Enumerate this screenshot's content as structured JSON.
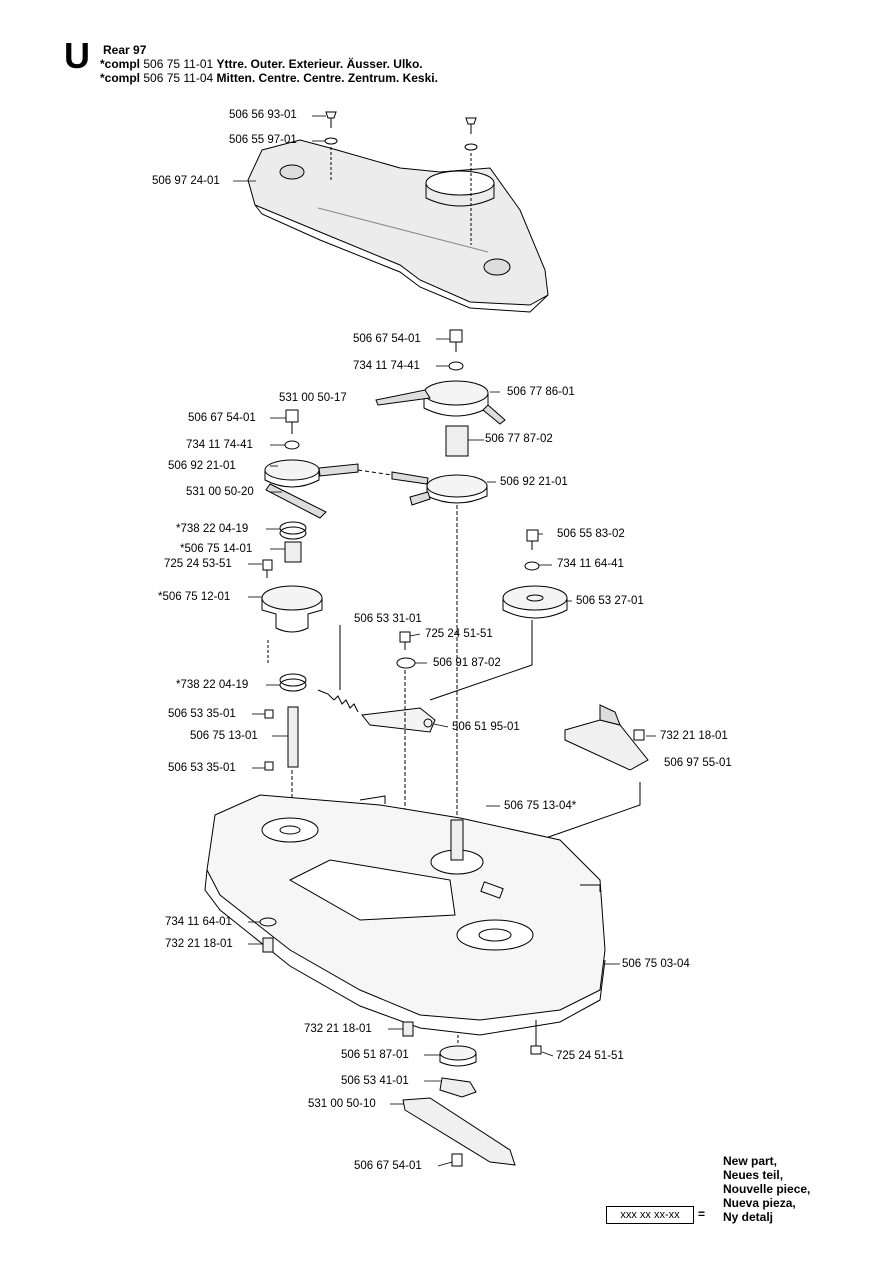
{
  "header": {
    "section_letter": "U",
    "model": "Rear 97",
    "compl_prefix": "*compl",
    "lines": [
      {
        "part": "506 75 11-01",
        "desc": "Yttre. Outer. Exterieur. Äusser. Ulko."
      },
      {
        "part": "506 75 11-04",
        "desc": "Mitten. Centre. Centre. Zentrum. Keski."
      }
    ]
  },
  "parts": [
    {
      "id": "p01",
      "label": "506 56 93-01"
    },
    {
      "id": "p02",
      "label": "506 55 97-01"
    },
    {
      "id": "p03",
      "label": "506 97 24-01"
    },
    {
      "id": "p04",
      "label": "506 67 54-01"
    },
    {
      "id": "p05",
      "label": "734 11 74-41"
    },
    {
      "id": "p06",
      "label": "506 77 86-01"
    },
    {
      "id": "p07",
      "label": "531 00 50-17"
    },
    {
      "id": "p08",
      "label": "506 67 54-01"
    },
    {
      "id": "p09",
      "label": "734 11 74-41"
    },
    {
      "id": "p10",
      "label": "506 77 87-02"
    },
    {
      "id": "p11",
      "label": "506 92 21-01"
    },
    {
      "id": "p12",
      "label": "506 92 21-01"
    },
    {
      "id": "p13",
      "label": "531 00 50-20"
    },
    {
      "id": "p14",
      "label": "*738 22 04-19"
    },
    {
      "id": "p15",
      "label": "506 55 83-02"
    },
    {
      "id": "p16",
      "label": "*506 75 14-01"
    },
    {
      "id": "p17",
      "label": "725 24 53-51"
    },
    {
      "id": "p18",
      "label": "734 11 64-41"
    },
    {
      "id": "p19",
      "label": "*506 75 12-01"
    },
    {
      "id": "p20",
      "label": "506 53 27-01"
    },
    {
      "id": "p21",
      "label": "506 53 31-01"
    },
    {
      "id": "p22",
      "label": "725 24 51-51"
    },
    {
      "id": "p23",
      "label": "506 91 87-02"
    },
    {
      "id": "p24",
      "label": "*738 22 04-19"
    },
    {
      "id": "p25",
      "label": "506 53 35-01"
    },
    {
      "id": "p26",
      "label": "506 51 95-01"
    },
    {
      "id": "p27",
      "label": "732 21 18-01"
    },
    {
      "id": "p28",
      "label": "506 75 13-01"
    },
    {
      "id": "p29",
      "label": "506 97 55-01"
    },
    {
      "id": "p30",
      "label": "506 53 35-01"
    },
    {
      "id": "p31",
      "label": "506 75 13-04*"
    },
    {
      "id": "p32",
      "label": "734 11 64-01"
    },
    {
      "id": "p33",
      "label": "732 21 18-01"
    },
    {
      "id": "p34",
      "label": "506 75 03-04"
    },
    {
      "id": "p35",
      "label": "732 21 18-01"
    },
    {
      "id": "p36",
      "label": "506 51 87-01"
    },
    {
      "id": "p37",
      "label": "725 24 51-51"
    },
    {
      "id": "p38",
      "label": "506 53 41-01"
    },
    {
      "id": "p39",
      "label": "531 00 50-10"
    },
    {
      "id": "p40",
      "label": "506 67 54-01"
    }
  ],
  "legend": {
    "lines": [
      "New part,",
      "Neues teil,",
      "Nouvelle piece,",
      "Nueva pieza,",
      "Ny detalj"
    ],
    "box_text": "xxx xx xx-xx",
    "equals": "="
  }
}
